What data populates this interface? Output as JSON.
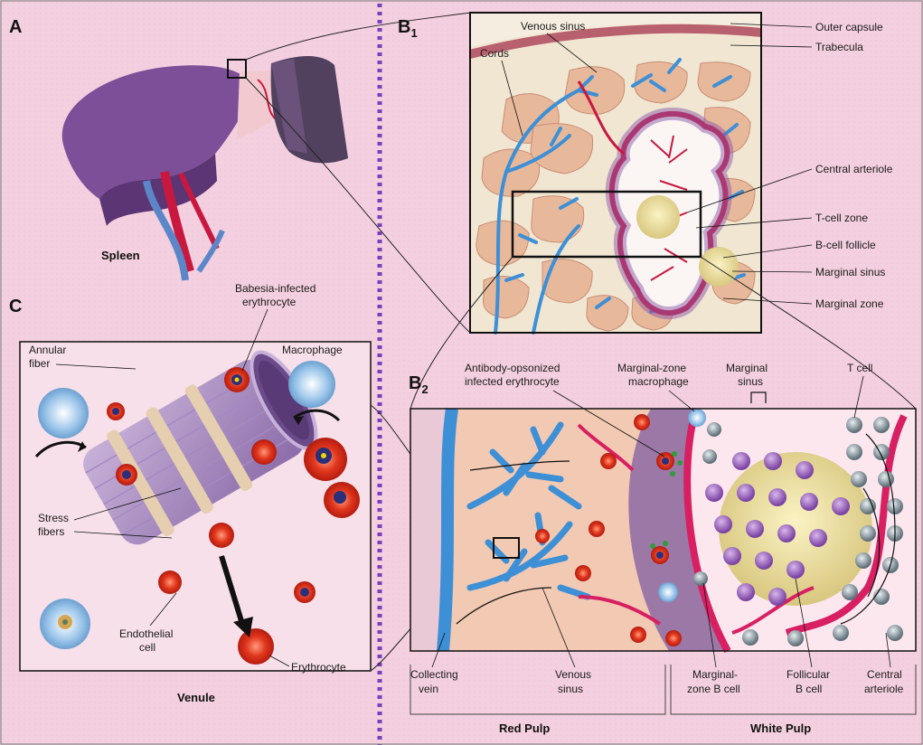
{
  "panels": {
    "a": "A",
    "b1": "B",
    "b1_sub": "1",
    "b2": "B",
    "b2_sub": "2",
    "c": "C"
  },
  "panel_a": {
    "organ_label": "Spleen"
  },
  "panel_b1": {
    "labels": {
      "venous_sinus": "Venous sinus",
      "cords": "Cords",
      "outer_capsule": "Outer capsule",
      "trabecula": "Trabecula",
      "central_arteriole": "Central arteriole",
      "t_cell_zone": "T-cell zone",
      "b_cell_follicle": "B-cell follicle",
      "marginal_sinus": "Marginal sinus",
      "marginal_zone": "Marginal zone"
    }
  },
  "panel_c": {
    "labels": {
      "babesia_line1": "Babesia-infected",
      "babesia_line2": "erythrocyte",
      "annular_line1": "Annular",
      "annular_line2": "fiber",
      "macrophage": "Macrophage",
      "stress_line1": "Stress",
      "stress_line2": "fibers",
      "endothelial_line1": "Endothelial",
      "endothelial_line2": "cell",
      "erythrocyte": "Erythrocyte"
    },
    "caption": "Venule"
  },
  "panel_b2": {
    "labels": {
      "antibody_line1": "Antibody-opsonized",
      "antibody_line2": "infected erythrocyte",
      "mz_mac_line1": "Marginal-zone",
      "mz_mac_line2": "macrophage",
      "msinus_line1": "Marginal",
      "msinus_line2": "sinus",
      "t_cell": "T cell",
      "collecting_line1": "Collecting",
      "collecting_line2": "vein",
      "venous_line1": "Venous",
      "venous_line2": "sinus",
      "mzb_line1": "Marginal-",
      "mzb_line2": "zone B cell",
      "follicular_line1": "Follicular",
      "follicular_line2": "B cell",
      "central_line1": "Central",
      "central_line2": "arteriole"
    },
    "groups": {
      "red_pulp": "Red Pulp",
      "white_pulp": "White Pulp"
    }
  },
  "colors": {
    "background": "#f3cfdf",
    "divider": "#7a3fbf",
    "spleen": "#7a4f95",
    "artery": "#c8183f",
    "vein_blue": "#3d8fd6",
    "cord_tan": "#e8b89a",
    "erythrocyte": "#e23a1c",
    "white_pulp_gold": "#e2d59c",
    "b_cell_purple": "#8e56b5",
    "t_cell_gray": "#6e7d86"
  }
}
